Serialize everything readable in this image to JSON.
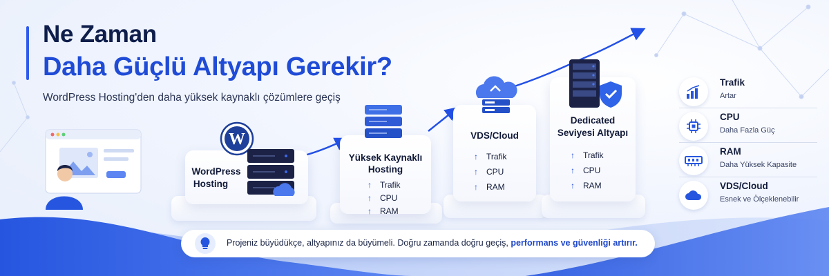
{
  "header": {
    "title_line1": "Ne Zaman",
    "title_line2": "Daha Güçlü Altyapı Gerekir?",
    "subtitle": "WordPress Hosting'den daha yüksek kaynaklı çözümlere geçiş"
  },
  "stages": [
    {
      "title_a": "WordPress",
      "title_b": "Hosting",
      "features": []
    },
    {
      "title_a": "Yüksek Kaynaklı",
      "title_b": "Hosting",
      "features": [
        "Trafik",
        "CPU",
        "RAM"
      ]
    },
    {
      "title_a": "VDS/Cloud",
      "title_b": "",
      "features": [
        "Trafik",
        "CPU",
        "RAM"
      ]
    },
    {
      "title_a": "Dedicated",
      "title_b": "Seviyesi Altyapı",
      "features": [
        "Trafik",
        "CPU",
        "RAM"
      ]
    }
  ],
  "feature_arrow": "↑",
  "sidebar": {
    "items": [
      {
        "title": "Trafik",
        "sub": "Artar",
        "icon": "bar-chart-icon"
      },
      {
        "title": "CPU",
        "sub": "Daha Fazla Güç",
        "icon": "cpu-icon"
      },
      {
        "title": "RAM",
        "sub": "Daha Yüksek Kapasite",
        "icon": "ram-icon"
      },
      {
        "title": "VDS/Cloud",
        "sub": "Esnek ve Ölçeklenebilir",
        "icon": "cloud-icon"
      }
    ]
  },
  "tip": {
    "text": "Projeniz büyüdükçe, altyapınız da büyümeli. Doğru zamanda doğru geçiş,",
    "highlight": "performans ve güvenliği artırır."
  },
  "colors": {
    "accent": "#1f4bd6",
    "navy": "#0e1d4a",
    "bg": "#f1f5fe"
  }
}
